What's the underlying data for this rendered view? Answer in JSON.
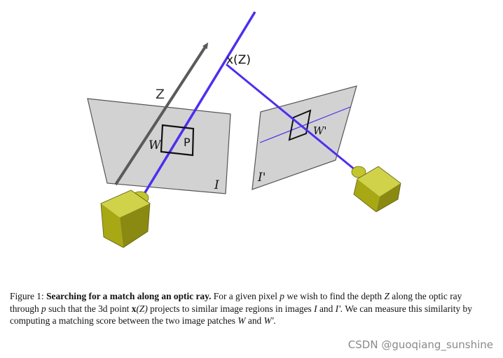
{
  "labels": {
    "z_axis": "Z",
    "point_x": "x(Z)",
    "point_p": "P",
    "window_w": "W",
    "window_w_prime": "W'",
    "image_i": "I",
    "image_i_prime": "I'"
  },
  "caption": {
    "figure_label": "Figure 1:",
    "title": "Searching for a match along an optic ray.",
    "s1": "For a given pixel",
    "p1": "p",
    "s2": "we wish to find the depth",
    "z1": "Z",
    "s3": "along the optic ray through",
    "p2": "p",
    "s4": "such that the 3d point",
    "xbold": "x",
    "zparen": "(Z)",
    "s5": "projects to similar image regions in images",
    "i1": "I",
    "s6": "and",
    "i2": "I'.",
    "s7": "We can measure this similarity by computing a matching score between the two image patches",
    "w1": "W",
    "s8": "and",
    "w2": "W'."
  },
  "watermark": "CSDN @guoqiang_sunshine",
  "colors": {
    "ray": "#4b2ff0",
    "plane_fill": "#d2d2d2",
    "plane_stroke": "#555555",
    "axis": "#5a5a5a",
    "camera_top": "#d0d24a",
    "camera_front": "#a7a814",
    "camera_side": "#8a8a12"
  }
}
